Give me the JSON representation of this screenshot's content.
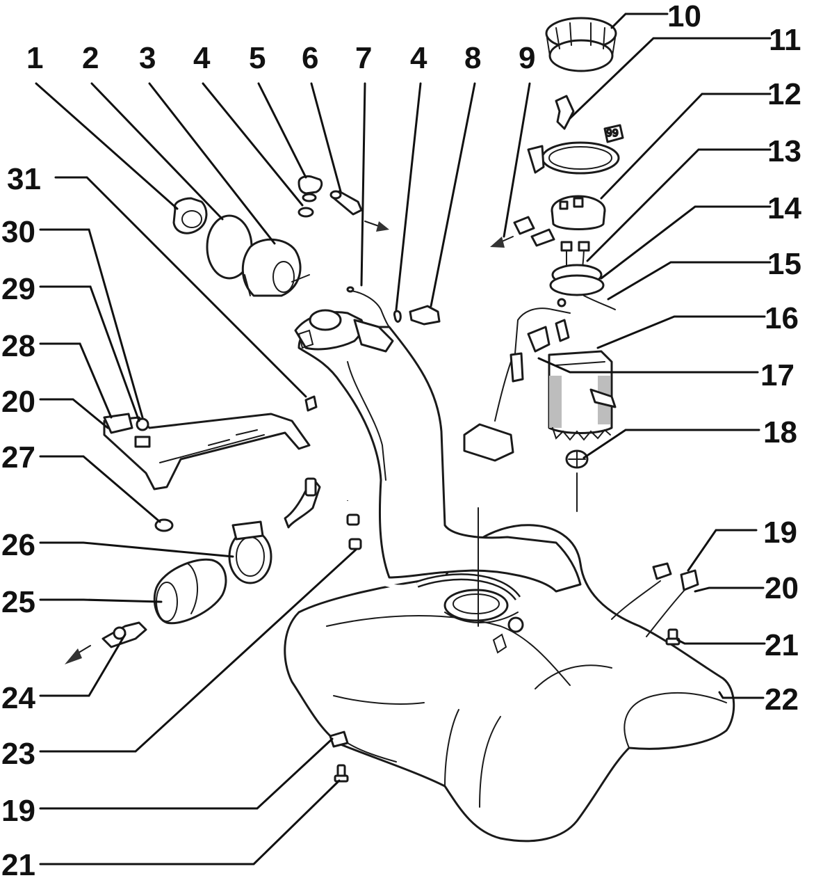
{
  "diagram": {
    "callouts": [
      "1",
      "2",
      "3",
      "4",
      "5",
      "6",
      "7",
      "4",
      "8",
      "9",
      "10",
      "11",
      "12",
      "13",
      "14",
      "15",
      "16",
      "17",
      "18",
      "19",
      "20",
      "21",
      "22",
      "23",
      "19",
      "21",
      "24",
      "25",
      "26",
      "27",
      "20",
      "28",
      "29",
      "30",
      "31"
    ]
  }
}
